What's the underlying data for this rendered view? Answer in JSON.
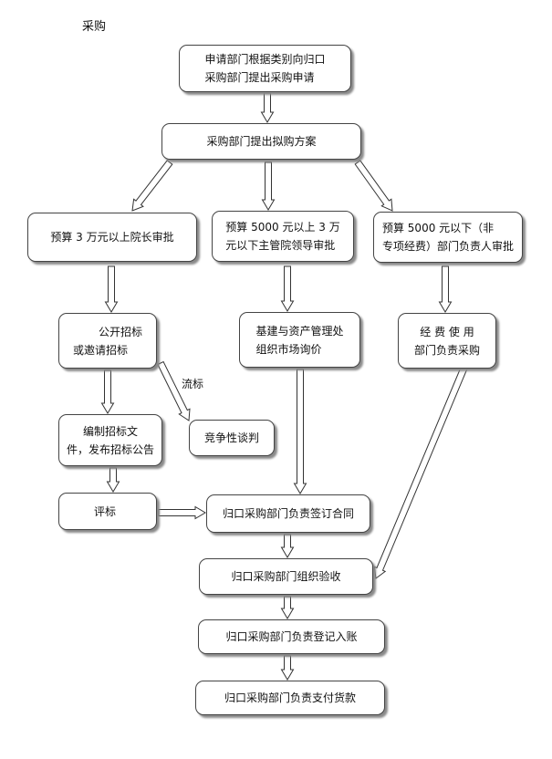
{
  "title": "采购",
  "nodes": {
    "request": {
      "line1": "申请部门根据类别向归口",
      "line2": "采购部门提出采购申请"
    },
    "plan": {
      "text": "采购部门提出拟购方案"
    },
    "budget_high": {
      "text": "预算 3 万元以上院长审批"
    },
    "budget_mid": {
      "line1": "预算 5000 元以上 3 万",
      "line2": "元以下主管院领导审批"
    },
    "budget_low": {
      "line1": "预算 5000 元以下（非",
      "line2": "专项经费）部门负责人审批"
    },
    "public_tender": {
      "line1": "公开招标",
      "line2": "或邀请招标"
    },
    "asset_inquiry": {
      "line1": "基建与资产管理处",
      "line2": "组织市场询价"
    },
    "dept_purchase": {
      "line1": "经 费 使 用",
      "line2": "部门负责采购"
    },
    "tender_docs": {
      "line1": "编制招标文",
      "line2": "件，发布招标公告"
    },
    "negotiation": {
      "text": "竞争性谈判"
    },
    "evaluation": {
      "text": "评标"
    },
    "contract": {
      "text": "归口采购部门负责签订合同"
    },
    "acceptance": {
      "text": "归口采购部门组织验收"
    },
    "registration": {
      "text": "归口采购部门负责登记入账"
    },
    "payment": {
      "text": "归口采购部门负责支付货款"
    }
  },
  "edge_labels": {
    "failed_tender": "流标"
  }
}
